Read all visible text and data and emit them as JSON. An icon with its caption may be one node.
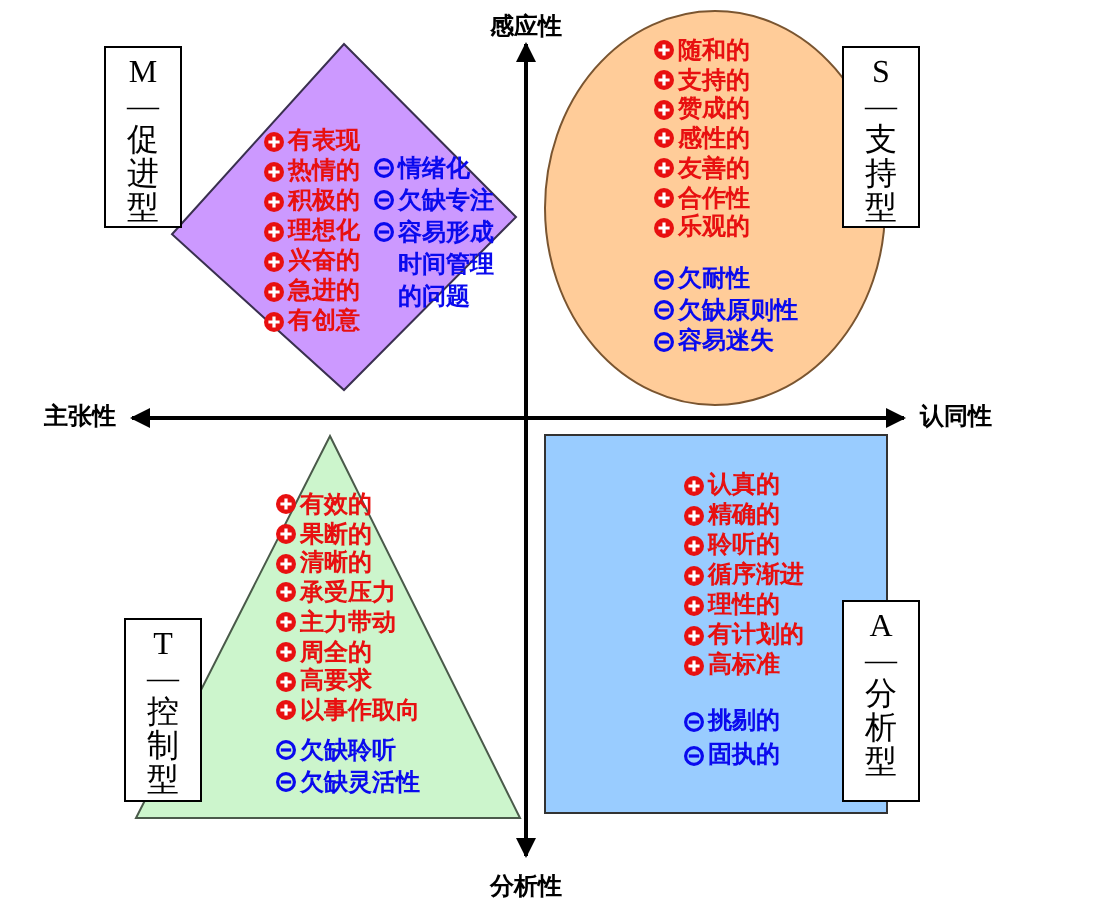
{
  "diagram": {
    "nodes": [
      {
        "text": [
          "M—促进型"
        ]
      },
      {
        "text": [
          "有表现",
          "热情的",
          "积极的",
          "理想化",
          "兴奋的",
          "急进的",
          "有创意",
          "情绪化",
          "欠缺专注",
          "容易形成时间管理的问题"
        ]
      },
      {
        "text": [
          "随和的",
          "支持的",
          "赞成的",
          "感性的",
          "友善的",
          "合作性",
          "乐观的",
          "欠耐性",
          "欠缺原则性",
          "容易迷失"
        ]
      },
      {
        "text": [
          "S—支持型"
        ]
      },
      {
        "text": [
          "有效的",
          "果断的",
          "清晰的",
          "承受压力",
          "主力带动",
          "周全的",
          "高要求",
          "以事作取向",
          "欠缺聆听",
          "欠缺灵活性"
        ]
      },
      {
        "text": [
          "T—控制型"
        ]
      },
      {
        "text": [
          "认真的",
          "精确的",
          "聆听的",
          "循序渐进",
          "理性的",
          "有计划的",
          "高标准",
          "挑剔的",
          "固执的"
        ]
      },
      {
        "text": [
          "A—分析型"
        ]
      }
    ],
    "labels": [
      "感应性",
      "主张性",
      "认同性",
      "分析性"
    ]
  }
}
